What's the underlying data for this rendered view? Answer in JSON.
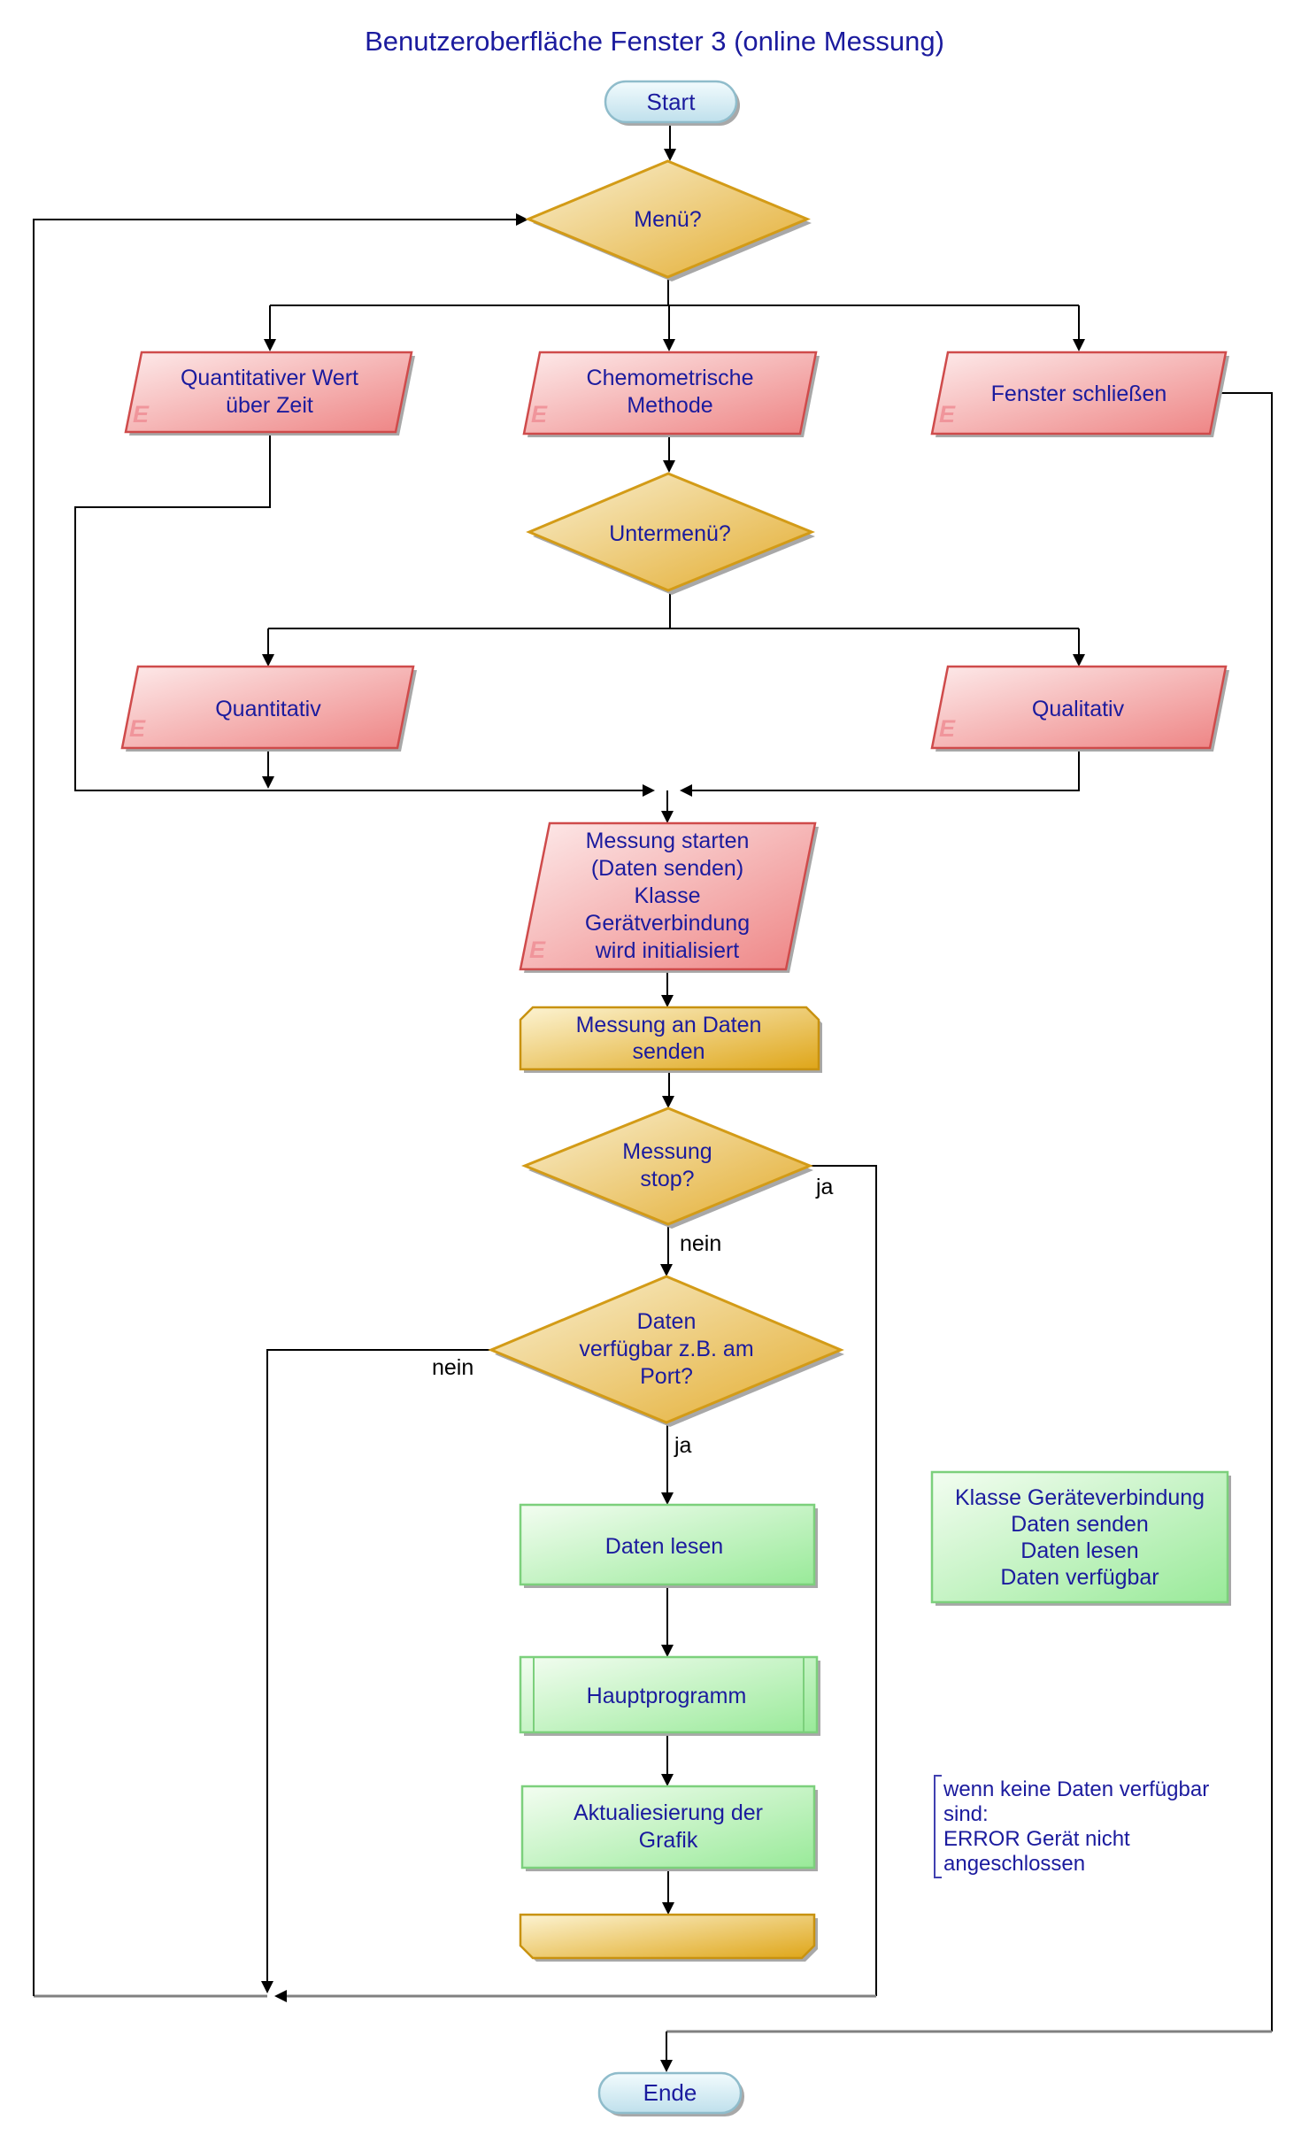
{
  "title": "Benutzeroberfläche Fenster 3 (online Messung)",
  "nodes": {
    "start": {
      "label": "Start"
    },
    "menu": {
      "label": "Menü?"
    },
    "quant_wert": {
      "label": "Quantitativer Wert\nüber Zeit",
      "marker": "E"
    },
    "chemo": {
      "label": "Chemometrische\nMethode",
      "marker": "E"
    },
    "fenster": {
      "label": "Fenster schließen",
      "marker": "E"
    },
    "untermenu": {
      "label": "Untermenü?"
    },
    "quantitativ": {
      "label": "Quantitativ",
      "marker": "E"
    },
    "qualitativ": {
      "label": "Qualitativ",
      "marker": "E"
    },
    "messung_starten": {
      "label": "Messung starten\n(Daten senden)\nKlasse\nGerätverbindung\nwird initialisiert",
      "marker": "E"
    },
    "messung_senden": {
      "label": "Messung an Daten\nsenden"
    },
    "messung_stop": {
      "label": "Messung\nstop?"
    },
    "daten_verfuegbar": {
      "label": "Daten\nverfügbar z.B. am\nPort?"
    },
    "daten_lesen": {
      "label": "Daten lesen"
    },
    "hauptprogramm": {
      "label": "Hauptprogramm"
    },
    "aktualisierung": {
      "label": "Aktualiesierung der\nGrafik"
    },
    "klasse_box": {
      "label": "Klasse Geräteverbindung\nDaten senden\nDaten lesen\nDaten verfügbar"
    },
    "annotation": {
      "label": "wenn keine Daten verfügbar\nsind:\nERROR Gerät nicht\nangeschlossen"
    },
    "ende": {
      "label": "Ende"
    }
  },
  "edge_labels": {
    "stop_ja": "ja",
    "stop_nein": "nein",
    "verfuegbar_nein": "nein",
    "verfuegbar_ja": "ja"
  },
  "colors": {
    "text": "#1b1b9e",
    "diamond_border": "#d39b17",
    "parallelogram_border": "#cf4b4b",
    "process_border": "#7cd07c",
    "card_border": "#c89210",
    "terminator_border": "#8fbccb",
    "line": "#000000",
    "return_line": "#808080"
  }
}
